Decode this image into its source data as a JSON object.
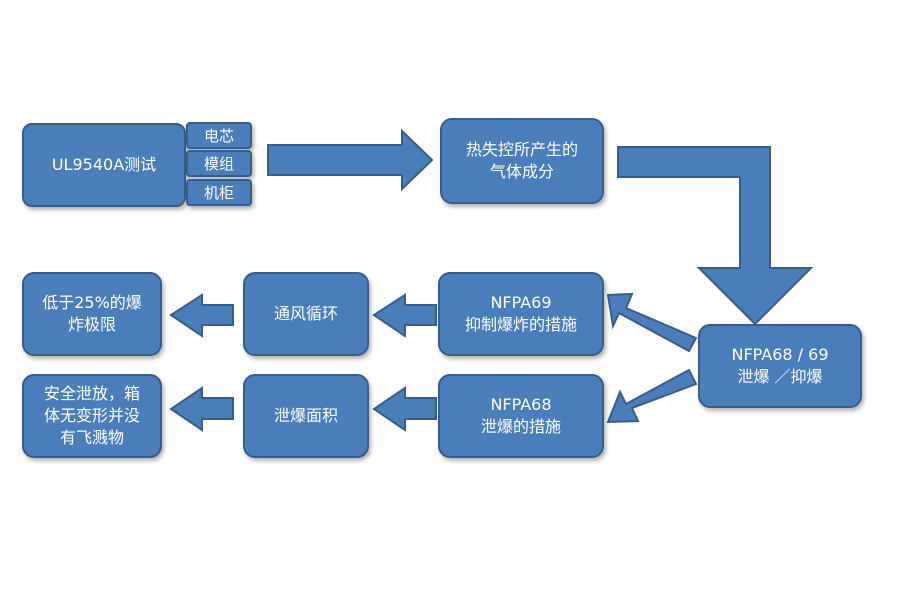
{
  "nodes": {
    "ul_test": "UL9540A测试",
    "cell": "电芯",
    "module": "模组",
    "cabinet": "机柜",
    "gas": "热失控所产生的\n气体成分",
    "nfpa6869": "NFPA68 / 69\n泄爆 ／抑爆",
    "nfpa69": "NFPA69\n抑制爆炸的措施",
    "nfpa68": "NFPA68\n泄爆的措施",
    "ventilation": "通风循环",
    "vent_area": "泄爆面积",
    "below_limit": "低于25%的爆\n炸极限",
    "safe_release": "安全泄放，箱\n体无变形并没\n有飞溅物"
  },
  "colors": {
    "fill": "#4a7ebb",
    "border": "#385d8a",
    "text": "#ffffff"
  }
}
